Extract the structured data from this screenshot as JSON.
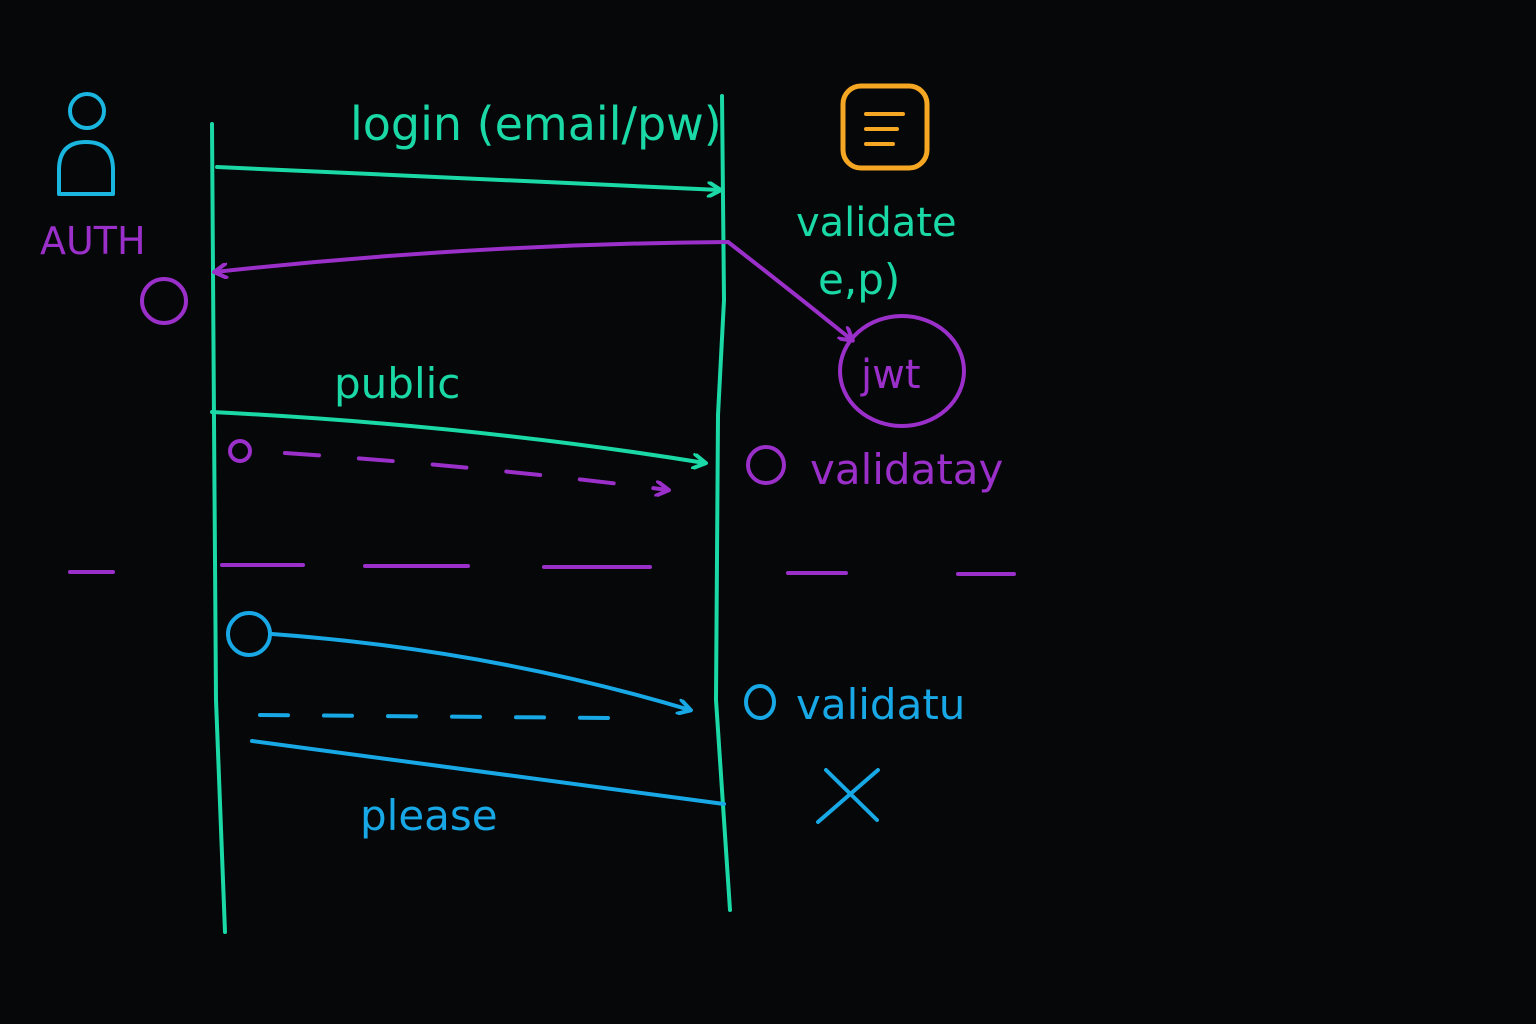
{
  "colors": {
    "background": "#050708",
    "teal": "#1ad9a6",
    "purple": "#9b2fc9",
    "blue": "#18a8e6",
    "cyan": "#1ab6e0",
    "orange": "#f5a623"
  },
  "actors": {
    "auth_label": "AUTH",
    "auth_icon": "user-icon",
    "server_icon": "document-icon"
  },
  "messages": {
    "login": "login (email/pw)",
    "validate_line1": "validate",
    "validate_line2": "e,p)",
    "jwt": "jwt",
    "public": "public",
    "validatay": "validatay",
    "validatu": "validatu",
    "please": "please"
  }
}
